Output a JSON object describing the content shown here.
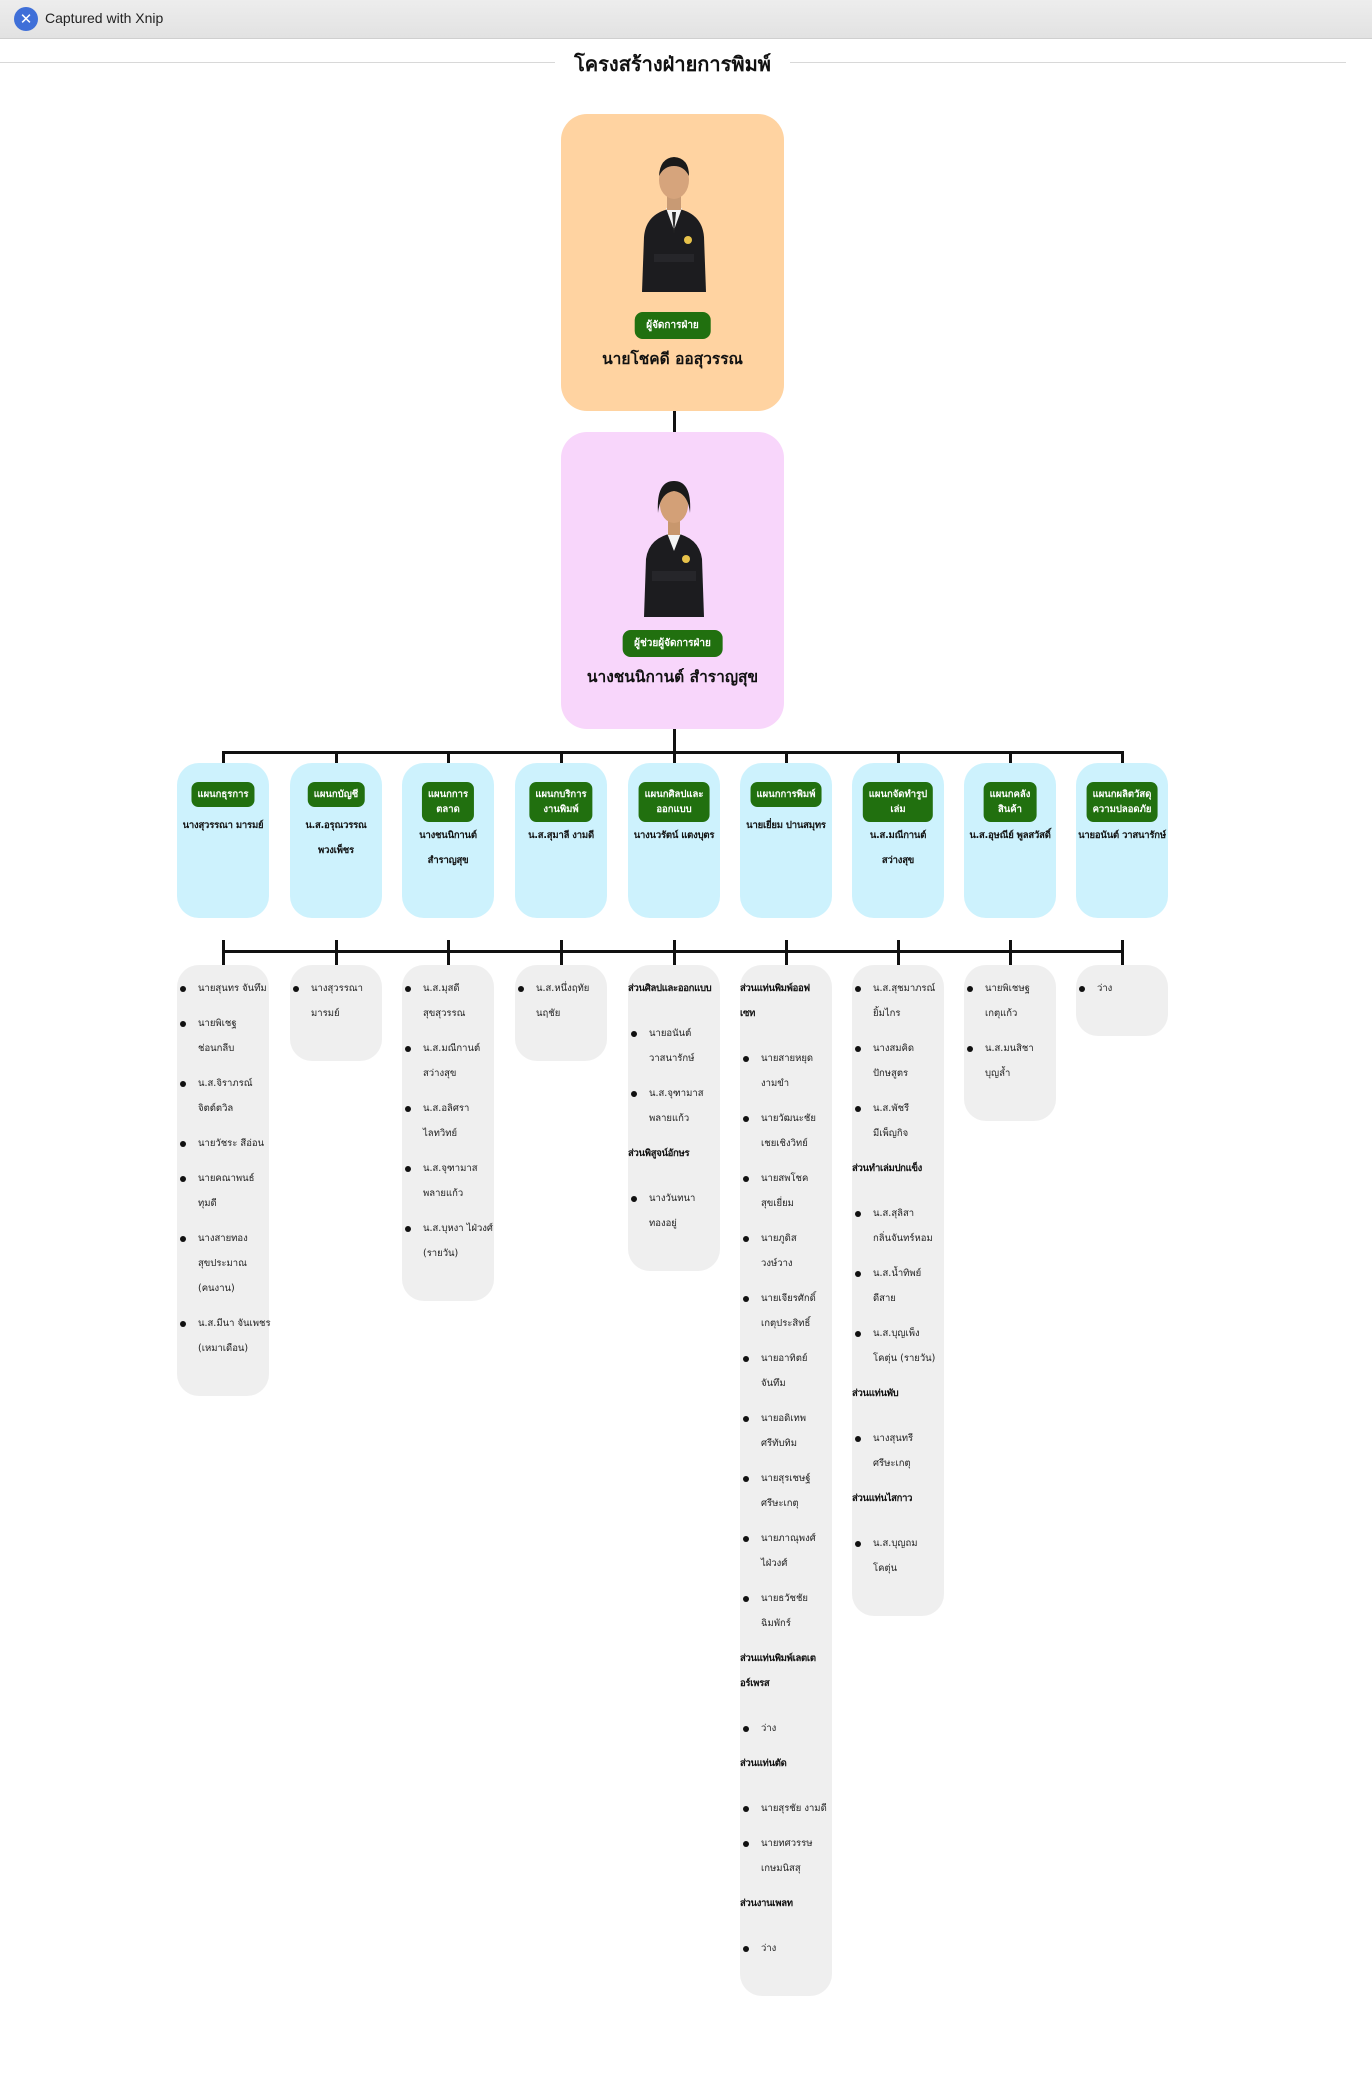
{
  "window": {
    "capture_label": "Captured with Xnip"
  },
  "page": {
    "title": "โครงสร้างฝ่ายการพิมพ์"
  },
  "leaders": [
    {
      "role": "ผู้จัดการฝ่าย",
      "name": "นายโชคดี ออสุวรรณ",
      "card_color": "#ffd3a1"
    },
    {
      "role": "ผู้ช่วยผู้จัดการฝ่าย",
      "name": "นางชนนิกานต์ สำราญสุข",
      "card_color": "#f8d6fb"
    }
  ],
  "colors": {
    "badge_green": "#21700f",
    "dept_card": "#cdf2fd",
    "staff_card": "#efefef",
    "connector": "#111111"
  },
  "departments": [
    {
      "label": "แผนกธุรการ",
      "head": "นางสุวรรณา มารมย์",
      "staff": [
        {
          "type": "item",
          "text": "นายสุนทร จันทึม"
        },
        {
          "type": "item",
          "text": "นายพิเชฐ\nช่อนกลีบ"
        },
        {
          "type": "item",
          "text": "น.ส.จิราภรณ์\nจิตต์ตวิล"
        },
        {
          "type": "item",
          "text": "นายวัชระ สีอ่อน"
        },
        {
          "type": "item",
          "text": "นายคณาพนธ์\nทุมดี"
        },
        {
          "type": "item",
          "text": "นางสายทอง\nสุขประมาณ\n(คนงาน)"
        },
        {
          "type": "item",
          "text": "น.ส.มีนา จันเพชร\n(เหมาเดือน)"
        }
      ]
    },
    {
      "label": "แผนกบัญชี",
      "head": "น.ส.อรุณวรรณ\nพวงเพ็ชร",
      "staff": [
        {
          "type": "item",
          "text": "นางสุวรรณา\nมารมย์"
        }
      ]
    },
    {
      "label": "แผนกการ\nตลาด",
      "head": "นางชนนิกานต์\nสำราญสุข",
      "staff": [
        {
          "type": "item",
          "text": "น.ส.มุสดี\nสุขสุวรรณ"
        },
        {
          "type": "item",
          "text": "น.ส.มณีกานต์\nสว่างสุข"
        },
        {
          "type": "item",
          "text": "น.ส.อลิศรา\nไลทวิทย์"
        },
        {
          "type": "item",
          "text": "น.ส.จุฑามาส\nพลายแก้ว"
        },
        {
          "type": "item",
          "text": "น.ส.บุหงา ไฝ่วงศ์\n(รายวัน)"
        }
      ]
    },
    {
      "label": "แผนกบริการ\nงานพิมพ์",
      "head": "น.ส.สุมาลี งามดี",
      "staff": [
        {
          "type": "item",
          "text": "น.ส.หนึ่งฤทัย\nนฤชัย"
        }
      ]
    },
    {
      "label": "แผนกศิลปและ\nออกแบบ",
      "head": "นางนวรัตน์ แตงบุตร",
      "staff": [
        {
          "type": "section",
          "text": "ส่วนศิลปและออกแบบ"
        },
        {
          "type": "item",
          "text": "นายอนันต์\nวาสนารักษ์"
        },
        {
          "type": "item",
          "text": "น.ส.จุฑามาส\nพลายแก้ว"
        },
        {
          "type": "section",
          "text": "ส่วนพิสูจน์อักษร"
        },
        {
          "type": "item",
          "text": "นางวันทนา\nทองอยู่"
        }
      ]
    },
    {
      "label": "แผนกการพิมพ์",
      "head": "นายเยี่ยม ปานสมุทร",
      "staff": [
        {
          "type": "section",
          "text": "ส่วนแท่นพิมพ์ออฟ\nเซท"
        },
        {
          "type": "item",
          "text": "นายสายหยุด\nงามขำ"
        },
        {
          "type": "item",
          "text": "นายวัฒนะชัย\nเชยเชิงวิทย์"
        },
        {
          "type": "item",
          "text": "นายสพโชค\nสุขเยี่ยม"
        },
        {
          "type": "item",
          "text": "นายภูดิส\nวงษ์วาง"
        },
        {
          "type": "item",
          "text": "นายเจียรศักดิ์\nเกตุประสิทธิ์"
        },
        {
          "type": "item",
          "text": "นายอาทิตย์\nจันทึม"
        },
        {
          "type": "item",
          "text": "นายอดิเทพ\nศรีทับทิม"
        },
        {
          "type": "item",
          "text": "นายสุรเชษฐ์\nศรีษะเกตุ"
        },
        {
          "type": "item",
          "text": "นายภาณุพงศ์\nไฝ่วงศ์"
        },
        {
          "type": "item",
          "text": "นายธวัชชัย\nฉิมพักร์"
        },
        {
          "type": "section",
          "text": "ส่วนแท่นพิมพ์เลตเต\nอร์เพรส"
        },
        {
          "type": "item",
          "text": "ว่าง"
        },
        {
          "type": "section",
          "text": "ส่วนแท่นตัด"
        },
        {
          "type": "item",
          "text": "นายสุรชัย งามดี"
        },
        {
          "type": "item",
          "text": "นายทศวรรษ\nเกษมนิสสุ"
        },
        {
          "type": "section",
          "text": "ส่วนงานเพลท"
        },
        {
          "type": "item",
          "text": "ว่าง"
        }
      ]
    },
    {
      "label": "แผนกจัดทำรูป\nเล่ม",
      "head": "น.ส.มณีกานต์\nสว่างสุข",
      "staff": [
        {
          "type": "item",
          "text": "น.ส.สุชมาภรณ์\nยิ้มไกร"
        },
        {
          "type": "item",
          "text": "นางสมคิด\nปักษสูตร"
        },
        {
          "type": "item",
          "text": "น.ส.พัชรี\nมีเพ็ญกิจ"
        },
        {
          "type": "section",
          "text": "ส่วนทำเล่มปกแข็ง"
        },
        {
          "type": "item",
          "text": "น.ส.สุลิสา\nกลิ่นจันทร์หอม"
        },
        {
          "type": "item",
          "text": "น.ส.น้ำทิพย์\nดีสาย"
        },
        {
          "type": "item",
          "text": "น.ส.บุญเพ็ง\nโคตุ่น (รายวัน)"
        },
        {
          "type": "section",
          "text": "ส่วนแท่นพับ"
        },
        {
          "type": "item",
          "text": "นางสุนทรี\nศรีษะเกตุ"
        },
        {
          "type": "section",
          "text": "ส่วนแท่นไสกาว"
        },
        {
          "type": "item",
          "text": "น.ส.บุญถม\nโคตุ่น"
        }
      ]
    },
    {
      "label": "แผนกคลัง\nสินค้า",
      "head": "น.ส.อุษณีย์ พูลสวัสดิ์",
      "staff": [
        {
          "type": "item",
          "text": "นายพิเชษฐ\nเกตุแก้ว"
        },
        {
          "type": "item",
          "text": "น.ส.มนสิชา\nบุญล้ำ"
        }
      ]
    },
    {
      "label": "แผนกผลิตวัสดุ\nความปลอดภัย",
      "head": "นายอนันต์ วาสนารักษ์",
      "staff": [
        {
          "type": "item",
          "text": "ว่าง"
        }
      ]
    }
  ]
}
